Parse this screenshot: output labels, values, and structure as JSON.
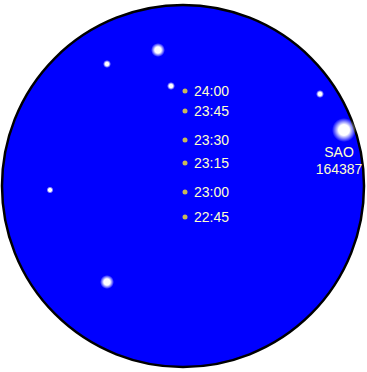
{
  "diagram": {
    "labels": [
      "24:00",
      "23:45",
      "23:30",
      "23:15",
      "23:00",
      "22:45",
      "SAO 164387"
    ]
  }
}
